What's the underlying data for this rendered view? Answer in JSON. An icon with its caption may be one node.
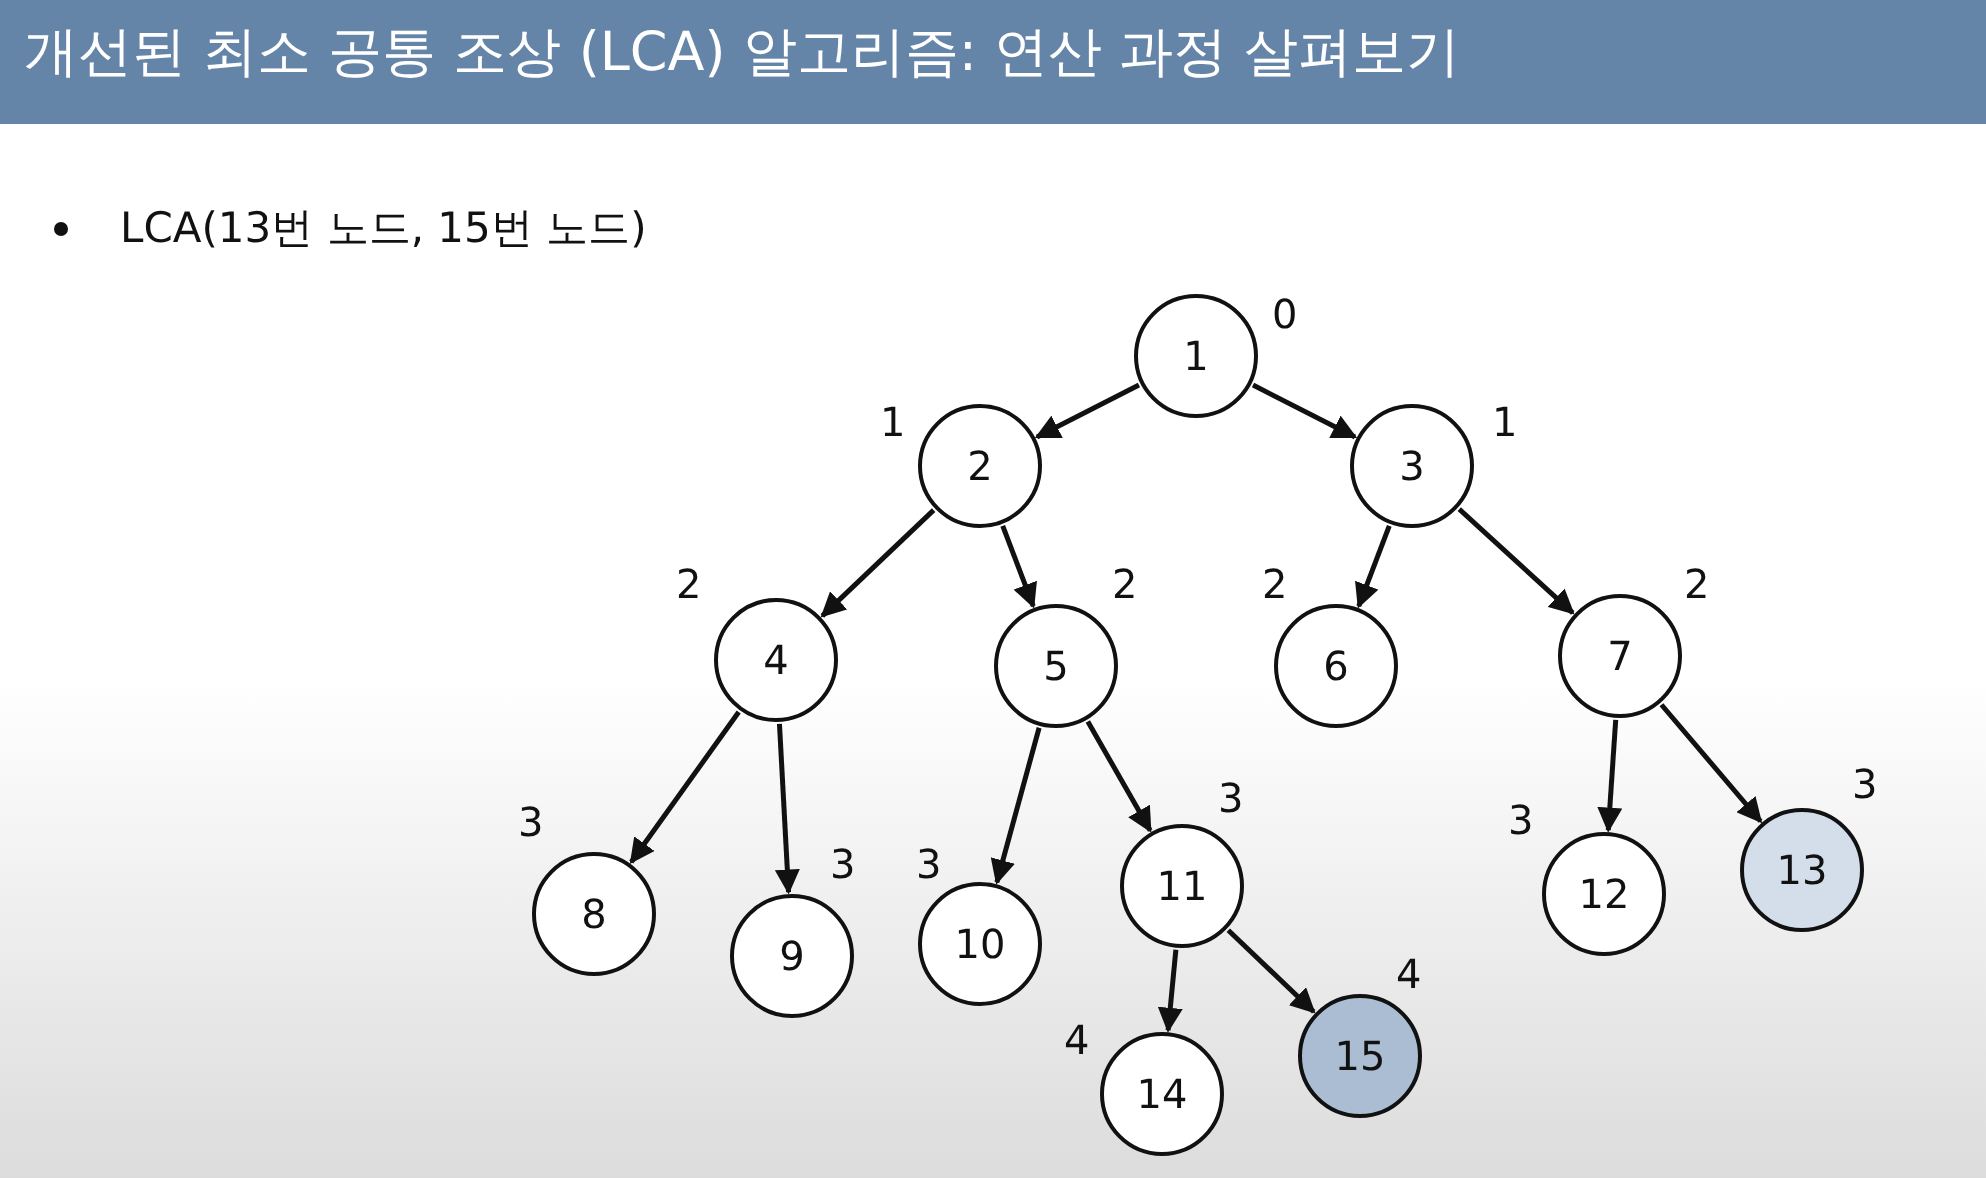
{
  "diagram": {
    "title": "개선된 최소 공통 조상 (LCA) 알고리즘: 연산 과정 살펴보기",
    "nodes": [
      {
        "text": [
          "1"
        ],
        "beside": [
          "0"
        ]
      },
      {
        "text": [
          "2"
        ],
        "beside": [
          "1"
        ]
      },
      {
        "text": [
          "3"
        ],
        "beside": [
          "1"
        ]
      },
      {
        "text": [
          "4"
        ],
        "beside": [
          "2"
        ]
      },
      {
        "text": [
          "5"
        ],
        "beside": [
          "2"
        ]
      },
      {
        "text": [
          "6"
        ],
        "beside": [
          "2"
        ]
      },
      {
        "text": [
          "7"
        ],
        "beside": [
          "2"
        ]
      },
      {
        "text": [
          "8"
        ],
        "beside": [
          "3"
        ]
      },
      {
        "text": [
          "9"
        ],
        "beside": [
          "3"
        ]
      },
      {
        "text": [
          "10"
        ],
        "beside": [
          "3"
        ]
      },
      {
        "text": [
          "11"
        ],
        "beside": [
          "3"
        ]
      },
      {
        "text": [
          "12"
        ],
        "beside": [
          "3"
        ]
      },
      {
        "text": [
          "13"
        ],
        "beside": [
          "3"
        ]
      },
      {
        "text": [
          "14"
        ],
        "beside": [
          "4"
        ]
      },
      {
        "text": [
          "15"
        ],
        "beside": [
          "4"
        ]
      }
    ],
    "edges": [
      {
        "from": 0,
        "to": 1,
        "arrow": "to"
      },
      {
        "from": 0,
        "to": 2,
        "arrow": "to"
      },
      {
        "from": 1,
        "to": 3,
        "arrow": "to"
      },
      {
        "from": 1,
        "to": 4,
        "arrow": "to"
      },
      {
        "from": 2,
        "to": 5,
        "arrow": "to"
      },
      {
        "from": 2,
        "to": 6,
        "arrow": "to"
      },
      {
        "from": 3,
        "to": 7,
        "arrow": "to"
      },
      {
        "from": 3,
        "to": 8,
        "arrow": "to"
      },
      {
        "from": 4,
        "to": 9,
        "arrow": "to"
      },
      {
        "from": 4,
        "to": 10,
        "arrow": "to"
      },
      {
        "from": 6,
        "to": 11,
        "arrow": "to"
      },
      {
        "from": 6,
        "to": 12,
        "arrow": "to"
      },
      {
        "from": 10,
        "to": 13,
        "arrow": "to"
      },
      {
        "from": 10,
        "to": 14,
        "arrow": "to"
      }
    ],
    "labels": [
      "LCA(13번 노드, 15번 노드)"
    ]
  }
}
